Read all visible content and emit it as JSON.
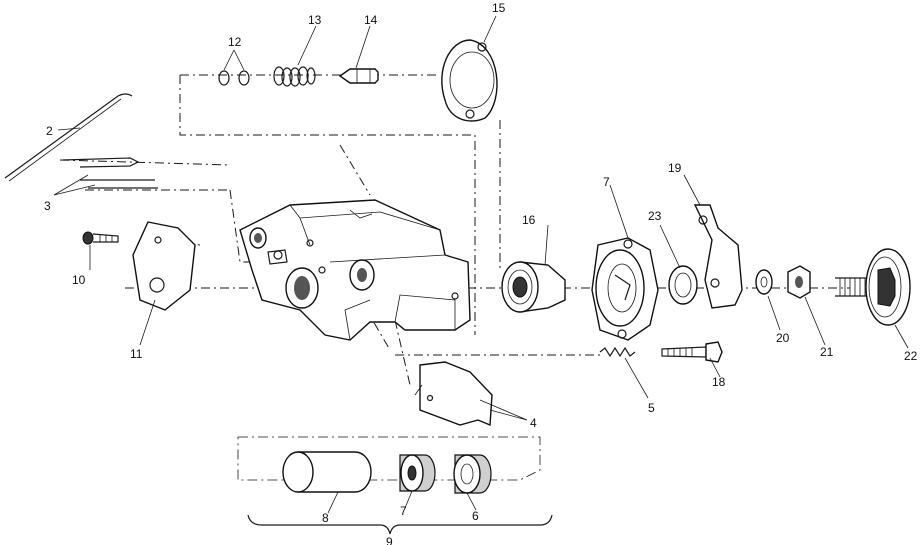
{
  "callouts": {
    "c2": "2",
    "c3": "3",
    "c4": "4",
    "c5": "5",
    "c6": "6",
    "c7a": "7",
    "c7b": "7",
    "c8": "8",
    "c9": "9",
    "c10": "10",
    "c11": "11",
    "c12": "12",
    "c13": "13",
    "c14": "14",
    "c15": "15",
    "c16": "16",
    "c18": "18",
    "c19": "19",
    "c20": "20",
    "c21": "21",
    "c22": "22",
    "c23": "23"
  }
}
